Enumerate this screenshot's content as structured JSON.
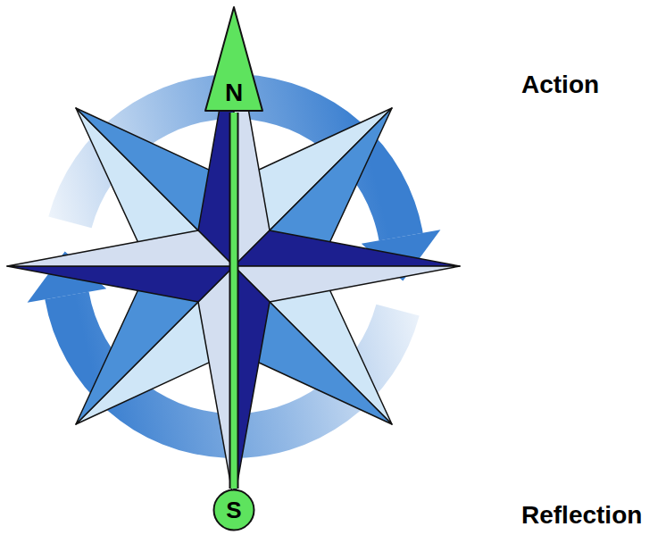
{
  "diagram": {
    "nodes": [
      {
        "text": [
          "N"
        ]
      },
      {
        "text": [
          "S"
        ]
      }
    ],
    "edges": [
      {
        "from": 1,
        "to": 0,
        "arrow": "none"
      }
    ],
    "labels": [
      "Action",
      "Reflection"
    ]
  }
}
